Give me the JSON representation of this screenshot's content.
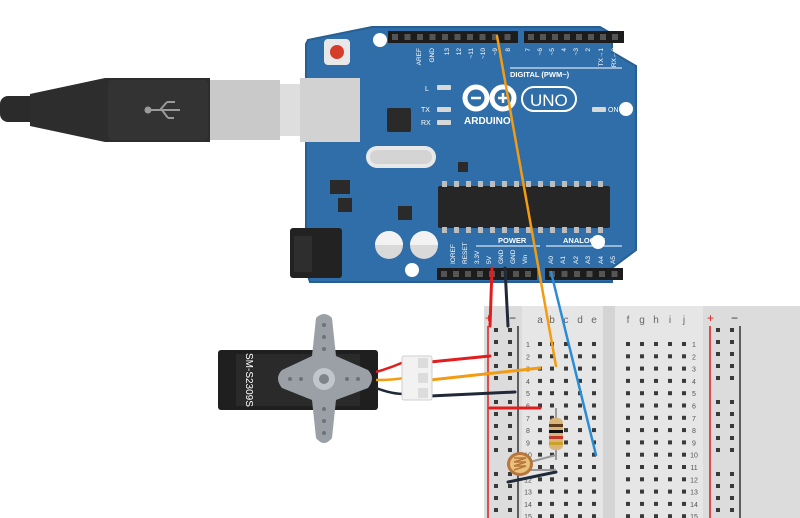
{
  "arduino": {
    "brand": "ARDUINO",
    "model": "UNO",
    "digital_label": "DIGITAL (PWM~)",
    "power_label": "POWER",
    "analog_label": "ANALOG IN",
    "led_l": "L",
    "led_tx": "TX",
    "led_rx": "RX",
    "led_on": "ON",
    "top_pins": [
      "AREF",
      "GND",
      "13",
      "12",
      "~11",
      "~10",
      "~9",
      "8",
      "7",
      "~6",
      "~5",
      "4",
      "~3",
      "2",
      "TX→1",
      "RX←0"
    ],
    "bottom_pins": [
      "IOREF",
      "RESET",
      "3.3V",
      "5V",
      "GND",
      "GND",
      "Vin",
      "A0",
      "A1",
      "A2",
      "A3",
      "A4",
      "A5"
    ]
  },
  "servo": {
    "label": "SM-S2309S"
  },
  "breadboard": {
    "cols_left": [
      "a",
      "b",
      "c",
      "d",
      "e"
    ],
    "cols_right": [
      "f",
      "g",
      "h",
      "i",
      "j"
    ],
    "rows": [
      "1",
      "2",
      "3",
      "4",
      "5",
      "6",
      "7",
      "8",
      "9",
      "10",
      "11",
      "12",
      "13",
      "14",
      "15"
    ],
    "plus": "+",
    "minus": "−"
  },
  "colors": {
    "board": "#2f6ea8",
    "wire_red": "#e11d1d",
    "wire_black": "#1f2937",
    "wire_orange": "#f39c12",
    "wire_blue": "#2a8dd4",
    "breadboard": "#e6e6e6"
  }
}
